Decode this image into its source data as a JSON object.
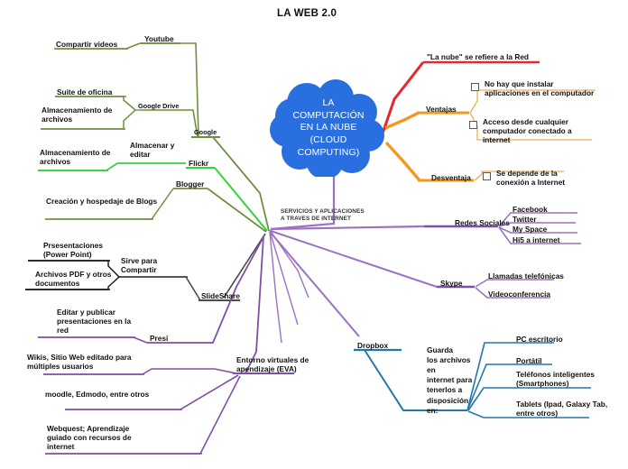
{
  "title": "LA WEB 2.0",
  "center": {
    "lines": [
      "LA",
      "COMPUTACIÓN",
      "EN LA NUBE",
      "(CLOUD",
      "COMPUTING)"
    ],
    "text": "LA COMPUTACIÓN EN LA NUBE (CLOUD COMPUTING)",
    "fill": "#2a6fe0"
  },
  "hub_label": {
    "line1": "SERVICIOS Y APLICACIONES",
    "line2": "A TRAVES DE INTERNET"
  },
  "colors": {
    "red": "#e9252b",
    "orange": "#f3981f",
    "purple": "#7e4fa8",
    "purple_light": "#9b72c0",
    "blue": "#2176ae",
    "green_dark": "#6f8f3f",
    "green_bright": "#35d43a",
    "gray": "#4a4a4a",
    "black": "#111111",
    "cloud": "#2a6fe0"
  },
  "right": {
    "nube": "\"La nube\" se refiere a la Red",
    "ventajas": {
      "label": "Ventajas",
      "items": [
        "No hay que instalar aplicaciones en el computador",
        "Acceso desde cualquier computador conectado a internet"
      ]
    },
    "desventaja": {
      "label": "Desventaja",
      "items": [
        "Se depende de la conexión a Internet"
      ]
    },
    "redes_sociales": {
      "label": "Redes Sociales",
      "items": [
        "Facebook",
        "Twitter",
        "My Space",
        "Hi5 a internet"
      ]
    },
    "skype": {
      "label": "Skype",
      "items": [
        "Llamadas telefónicas",
        "Videoconferencia"
      ]
    },
    "dropbox": {
      "label": "Dropbox",
      "note": "Guarda los archivos en internet para tenerlos a disposición en:",
      "note_lines": [
        "Guarda",
        "los archivos",
        "en",
        "internet para",
        "tenerlos a",
        "disposición",
        "en:"
      ],
      "items": [
        "PC escritorio",
        "Portátil",
        "Teléfonos inteligentes (Smartphones)",
        "Tablets (Ipad, Galaxy Tab, entre otros)"
      ]
    }
  },
  "left": {
    "google": {
      "label": "Google",
      "youtube": {
        "label": "Youtube",
        "items": [
          "Compartir videos"
        ]
      },
      "google_drive": {
        "label": "Google Drive",
        "items": [
          "Suite de oficina",
          "Almacenamiento de archivos"
        ]
      }
    },
    "flickr": {
      "label": "Flickr",
      "mid": "Almacenar y editar",
      "items": [
        "Almacenamiento de archivos"
      ]
    },
    "blogger": {
      "label": "Blogger",
      "items": [
        "Creación y hospedaje de Blogs"
      ]
    },
    "slideshare": {
      "label": "SlideShare",
      "mid": "Sirve para Compartir",
      "items": [
        "Prsesentaciones (Power Point)",
        "Archivos PDF y otros documentos"
      ]
    },
    "presi": {
      "label": "Presi",
      "items": [
        "Editar y publicar presentaciones en la red"
      ]
    },
    "eva": {
      "label": "Entorno virtuales de apendizaje (EVA)",
      "items": [
        "Wikis, Sitio Web editado para múltiples usuarios",
        "moodle, Edmodo, entre otros",
        "Webquest; Aprendizaje guiado con recursos de internet"
      ]
    }
  }
}
